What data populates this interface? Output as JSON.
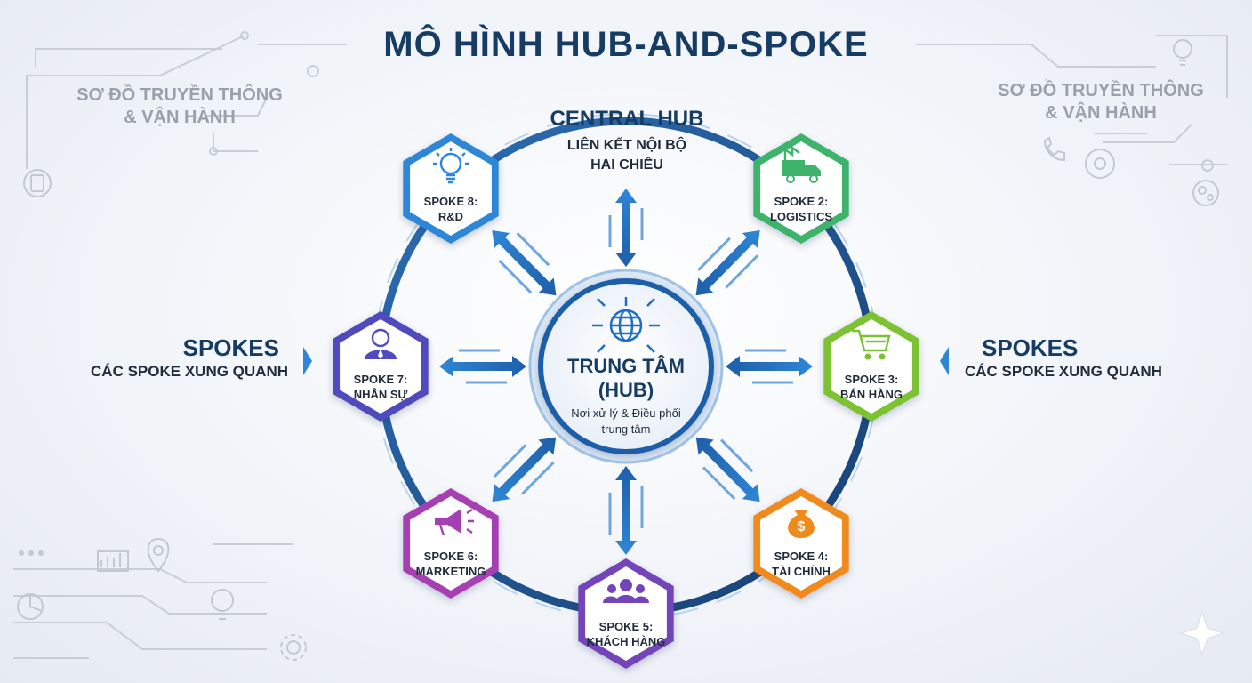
{
  "title": "MÔ HÌNH HUB-AND-SPOKE",
  "corner_left": {
    "line1": "SƠ ĐỒ TRUYỀN THÔNG",
    "line2": "& VẬN HÀNH"
  },
  "corner_right": {
    "line1": "SƠ ĐỒ TRUYỀN THÔNG",
    "line2": "& VẬN HÀNH"
  },
  "left_side": {
    "heading": "SPOKES",
    "subheading": "CÁC SPOKE XUNG QUANH"
  },
  "right_side": {
    "heading": "SPOKES",
    "subheading": "CÁC SPOKE XUNG QUANH"
  },
  "central_hub": {
    "heading": "CENTRAL HUB",
    "line1": "LIÊN KẾT NỘI BỘ",
    "line2": "HAI CHIỀU"
  },
  "center": {
    "title1": "TRUNG TÂM",
    "title2": "(HUB)",
    "desc1": "Nơi xử lý & Điều phối",
    "desc2": "trung tâm"
  },
  "spokes": [
    {
      "line1": "SPOKE 2:",
      "line2": "LOGISTICS",
      "icon": "truck-icon",
      "color": "#3eb36c"
    },
    {
      "line1": "SPOKE 3:",
      "line2": "BÁN HÀNG",
      "icon": "cart-icon",
      "color": "#7bc232"
    },
    {
      "line1": "SPOKE 4:",
      "line2": "TÀI CHÍNH",
      "icon": "money-bag-icon",
      "color": "#f08a1c"
    },
    {
      "line1": "SPOKE 5:",
      "line2": "KHÁCH HÀNG",
      "icon": "users-icon",
      "color": "#7345b8"
    },
    {
      "line1": "SPOKE 6:",
      "line2": "MARKETING",
      "icon": "megaphone-icon",
      "color": "#a63fb2"
    },
    {
      "line1": "SPOKE 7:",
      "line2": "NHÂN SỰ",
      "icon": "person-icon",
      "color": "#4f4bbd"
    },
    {
      "line1": "SPOKE 8:",
      "line2": "R&D",
      "icon": "lightbulb-icon",
      "color": "#2f86d6"
    }
  ]
}
